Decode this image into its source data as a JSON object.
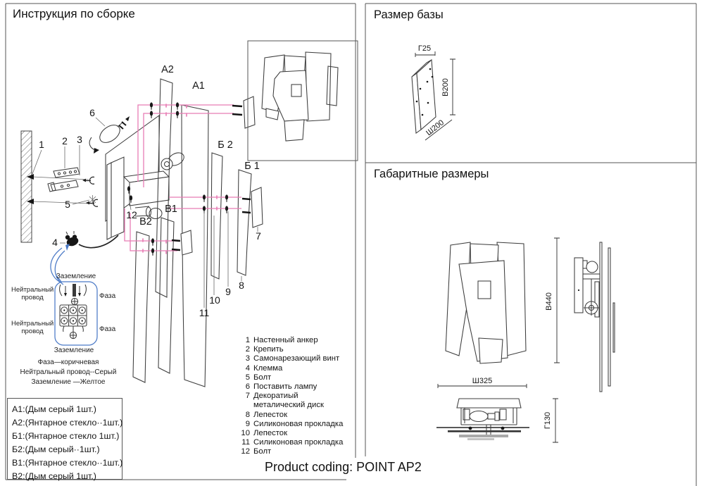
{
  "colors": {
    "accent_pink": "#e87cb5",
    "accent_blue": "#4a79c6"
  },
  "footer": {
    "product_coding": "Product coding: POINT AP2"
  },
  "left_panel": {
    "title": "Инструкция по сборке",
    "parts_list": [
      {
        "num": "1",
        "label": "Настенный анкер"
      },
      {
        "num": "2",
        "label": "Крепить"
      },
      {
        "num": "3",
        "label": "Самонарезающий винт"
      },
      {
        "num": "4",
        "label": "Клемма"
      },
      {
        "num": "5",
        "label": "Болт"
      },
      {
        "num": "6",
        "label": "Поставить лампу"
      },
      {
        "num": "7",
        "label": "Декоратиый\nметалический диск"
      },
      {
        "num": "8",
        "label": "Лепесток"
      },
      {
        "num": "9",
        "label": "Силиконовая прокладка"
      },
      {
        "num": "10",
        "label": "Лепесток"
      },
      {
        "num": "11",
        "label": "Силиконовая прокладка"
      },
      {
        "num": "12",
        "label": "Болт"
      }
    ],
    "glass_legend": [
      "A1:(Дым серый 1шт.)",
      "A2:(Янтарное стекло··1шт.)",
      "Б1:(Янтарное стекло 1шт.)",
      "Б2:(Дым серый··1шт.)",
      "B1:(Янтарное стекло··1шт.)",
      "B2:(Дым серый 1шт.)"
    ],
    "wiring": {
      "ground_top": "Заземление",
      "neutral_top": "Нейтральный провод",
      "phase_top": "Фаза",
      "neutral_bottom": "Нейтральный провод",
      "phase_bottom": "Фаза",
      "ground_bottom": "Заземление",
      "notes": [
        "Фаза—коричневая",
        "Нейтральный провод--Серый",
        "Заземление —Желтое"
      ]
    },
    "diagram_labels": {
      "n1": "1",
      "n2": "2",
      "n3": "3",
      "n4": "4",
      "n5": "5",
      "n6": "6",
      "n7": "7",
      "n8": "8",
      "n9": "9",
      "n10": "10",
      "n11": "11",
      "n12": "12",
      "a1": "A1",
      "a2": "A2",
      "b1": "Б 1",
      "b2": "Б 2",
      "v1": "B1",
      "v2": "B2"
    }
  },
  "base_panel": {
    "title": "Размер базы",
    "dim_depth": "Г25",
    "dim_height": "В200",
    "dim_width": "Ш200"
  },
  "overall_panel": {
    "title": "Габаритные размеры",
    "dim_height": "В440",
    "dim_width": "Ш325",
    "dim_depth": "Г130"
  }
}
